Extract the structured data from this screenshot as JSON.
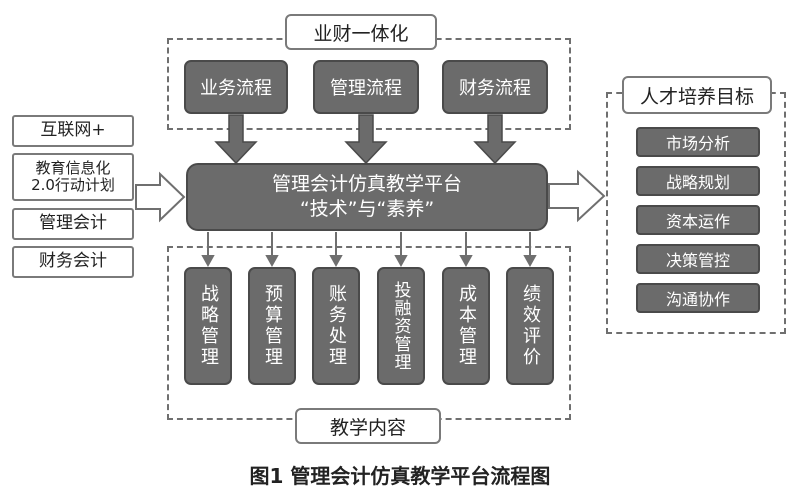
{
  "top_group": {
    "title": "业财一体化",
    "items": [
      "业务流程",
      "管理流程",
      "财务流程"
    ]
  },
  "left_inputs": [
    "互联网+",
    "教育信息化\n2.0行动计划",
    "管理会计",
    "财务会计"
  ],
  "platform": {
    "line1": "管理会计仿真教学平台",
    "line2": "“技术”与“素养”"
  },
  "bottom_group": {
    "title": "教学内容",
    "items": [
      "战略管理",
      "预算管理",
      "账务处理",
      "投融资管理",
      "成本管理",
      "绩效评价"
    ]
  },
  "right_group": {
    "title": "人才培养目标",
    "items": [
      "市场分析",
      "战略规划",
      "资本运作",
      "决策管控",
      "沟通协作"
    ]
  },
  "caption": "图1  管理会计仿真教学平台流程图",
  "colors": {
    "box_fill": "#6b6b6b",
    "box_border": "#4a4a4a",
    "dashed": "#6f6f6f"
  }
}
